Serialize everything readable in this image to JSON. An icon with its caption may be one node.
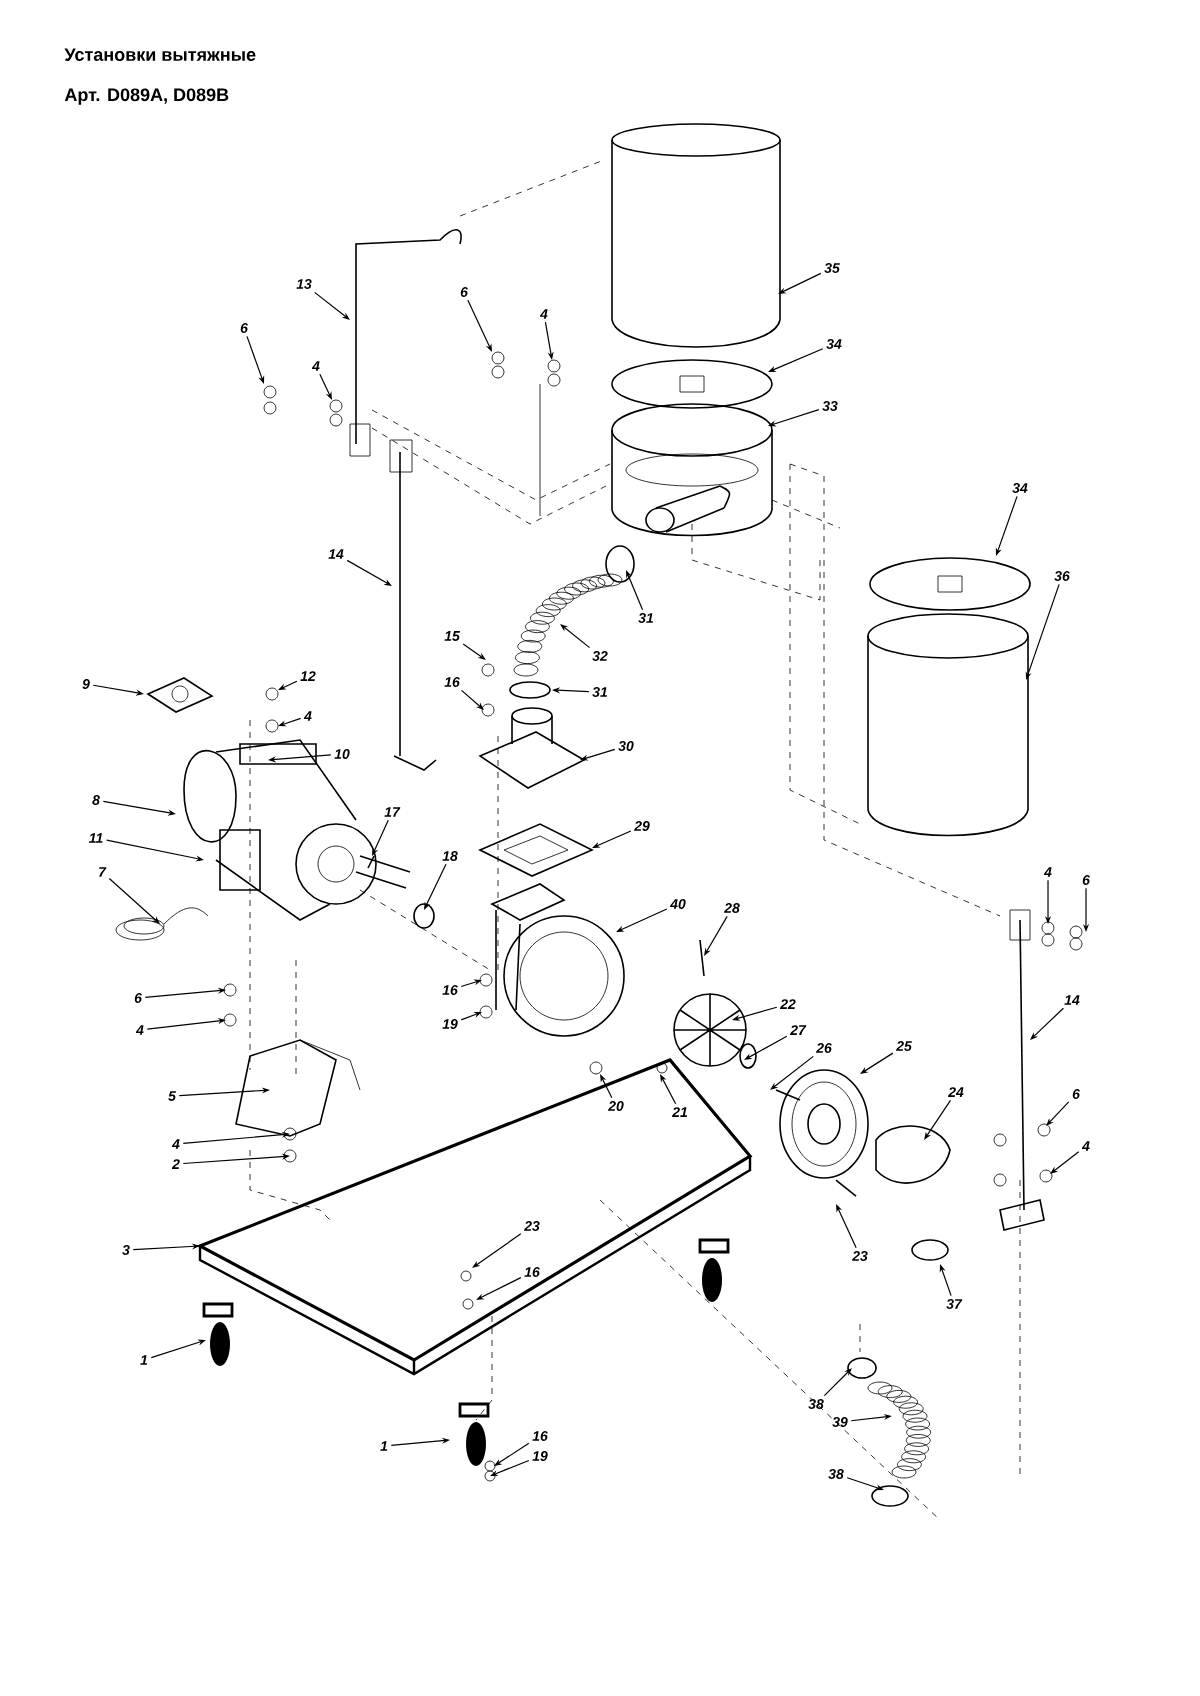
{
  "diagram": {
    "title": "Установки вытяжные",
    "nodes": [
      {
        "text": [
          "13"
        ]
      },
      {
        "text": [
          "6"
        ]
      },
      {
        "text": [
          "4"
        ]
      },
      {
        "text": [
          "35"
        ]
      },
      {
        "text": [
          "6"
        ]
      },
      {
        "text": [
          "4"
        ]
      },
      {
        "text": [
          "34"
        ]
      },
      {
        "text": [
          "33"
        ]
      },
      {
        "text": [
          "34"
        ]
      },
      {
        "text": [
          "14"
        ]
      },
      {
        "text": [
          "36"
        ]
      },
      {
        "text": [
          "31"
        ]
      },
      {
        "text": [
          "15"
        ]
      },
      {
        "text": [
          "32"
        ]
      },
      {
        "text": [
          "16"
        ]
      },
      {
        "text": [
          "9"
        ]
      },
      {
        "text": [
          "12"
        ]
      },
      {
        "text": [
          "31"
        ]
      },
      {
        "text": [
          "4"
        ]
      },
      {
        "text": [
          "30"
        ]
      },
      {
        "text": [
          "10"
        ]
      },
      {
        "text": [
          "8"
        ]
      },
      {
        "text": [
          "17"
        ]
      },
      {
        "text": [
          "29"
        ]
      },
      {
        "text": [
          "11"
        ]
      },
      {
        "text": [
          "18"
        ]
      },
      {
        "text": [
          "7"
        ]
      },
      {
        "text": [
          "4"
        ]
      },
      {
        "text": [
          "6"
        ]
      },
      {
        "text": [
          "40"
        ]
      },
      {
        "text": [
          "28"
        ]
      },
      {
        "text": [
          "16"
        ]
      },
      {
        "text": [
          "6"
        ]
      },
      {
        "text": [
          "14"
        ]
      },
      {
        "text": [
          "22"
        ]
      },
      {
        "text": [
          "19"
        ]
      },
      {
        "text": [
          "4"
        ]
      },
      {
        "text": [
          "27"
        ]
      },
      {
        "text": [
          "25"
        ]
      },
      {
        "text": [
          "26"
        ]
      },
      {
        "text": [
          "24"
        ]
      },
      {
        "text": [
          "20"
        ]
      },
      {
        "text": [
          "6"
        ]
      },
      {
        "text": [
          "5"
        ]
      },
      {
        "text": [
          "21"
        ]
      },
      {
        "text": [
          "4"
        ]
      },
      {
        "text": [
          "4"
        ]
      },
      {
        "text": [
          "2"
        ]
      },
      {
        "text": [
          "23"
        ]
      },
      {
        "text": [
          "3"
        ]
      },
      {
        "text": [
          "23"
        ]
      },
      {
        "text": [
          "16"
        ]
      },
      {
        "text": [
          "37"
        ]
      },
      {
        "text": [
          "1"
        ]
      },
      {
        "text": [
          "38"
        ]
      },
      {
        "text": [
          "39"
        ]
      },
      {
        "text": [
          "1"
        ]
      },
      {
        "text": [
          "16"
        ]
      },
      {
        "text": [
          "19"
        ]
      },
      {
        "text": [
          "38"
        ]
      }
    ],
    "edges": [
      {
        "from": 0,
        "to": null,
        "arrow": "to"
      },
      {
        "from": 1,
        "to": null,
        "arrow": "to"
      },
      {
        "from": 2,
        "to": null,
        "arrow": "to"
      },
      {
        "from": 3,
        "to": null,
        "arrow": "to"
      },
      {
        "from": 4,
        "to": null,
        "arrow": "to"
      },
      {
        "from": 5,
        "to": null,
        "arrow": "to"
      },
      {
        "from": 6,
        "to": null,
        "arrow": "to"
      },
      {
        "from": 7,
        "to": null,
        "arrow": "to"
      },
      {
        "from": 8,
        "to": null,
        "arrow": "to"
      },
      {
        "from": 9,
        "to": null,
        "arrow": "to"
      },
      {
        "from": 10,
        "to": null,
        "arrow": "to"
      },
      {
        "from": 11,
        "to": null,
        "arrow": "to"
      },
      {
        "from": 12,
        "to": null,
        "arrow": "to"
      },
      {
        "from": 13,
        "to": null,
        "arrow": "to"
      },
      {
        "from": 14,
        "to": null,
        "arrow": "to"
      },
      {
        "from": 15,
        "to": null,
        "arrow": "to"
      },
      {
        "from": 16,
        "to": null,
        "arrow": "to"
      },
      {
        "from": 17,
        "to": null,
        "arrow": "to"
      },
      {
        "from": 18,
        "to": null,
        "arrow": "to"
      },
      {
        "from": 19,
        "to": null,
        "arrow": "to"
      },
      {
        "from": 20,
        "to": null,
        "arrow": "to"
      },
      {
        "from": 21,
        "to": null,
        "arrow": "to"
      },
      {
        "from": 22,
        "to": null,
        "arrow": "to"
      },
      {
        "from": 23,
        "to": null,
        "arrow": "to"
      },
      {
        "from": 24,
        "to": null,
        "arrow": "to"
      },
      {
        "from": 25,
        "to": null,
        "arrow": "to"
      },
      {
        "from": 26,
        "to": null,
        "arrow": "to"
      },
      {
        "from": 27,
        "to": null,
        "arrow": "to"
      },
      {
        "from": 28,
        "to": null,
        "arrow": "to"
      },
      {
        "from": 29,
        "to": null,
        "arrow": "to"
      },
      {
        "from": 30,
        "to": null,
        "arrow": "to"
      },
      {
        "from": 31,
        "to": null,
        "arrow": "to"
      },
      {
        "from": 32,
        "to": null,
        "arrow": "to"
      },
      {
        "from": 33,
        "to": null,
        "arrow": "to"
      },
      {
        "from": 34,
        "to": null,
        "arrow": "to"
      },
      {
        "from": 35,
        "to": null,
        "arrow": "to"
      },
      {
        "from": 36,
        "to": null,
        "arrow": "to"
      },
      {
        "from": 37,
        "to": null,
        "arrow": "to"
      },
      {
        "from": 38,
        "to": null,
        "arrow": "to"
      },
      {
        "from": 39,
        "to": null,
        "arrow": "to"
      },
      {
        "from": 40,
        "to": null,
        "arrow": "to"
      },
      {
        "from": 41,
        "to": null,
        "arrow": "to"
      },
      {
        "from": 42,
        "to": null,
        "arrow": "to"
      },
      {
        "from": 43,
        "to": null,
        "arrow": "to"
      },
      {
        "from": 44,
        "to": null,
        "arrow": "to"
      },
      {
        "from": 45,
        "to": null,
        "arrow": "to"
      },
      {
        "from": 46,
        "to": null,
        "arrow": "to"
      },
      {
        "from": 47,
        "to": null,
        "arrow": "to"
      },
      {
        "from": 48,
        "to": null,
        "arrow": "to"
      },
      {
        "from": 49,
        "to": null,
        "arrow": "to"
      },
      {
        "from": 50,
        "to": null,
        "arrow": "to"
      },
      {
        "from": 51,
        "to": null,
        "arrow": "to"
      },
      {
        "from": 52,
        "to": null,
        "arrow": "to"
      },
      {
        "from": 53,
        "to": null,
        "arrow": "to"
      },
      {
        "from": 54,
        "to": null,
        "arrow": "to"
      },
      {
        "from": 55,
        "to": null,
        "arrow": "to"
      },
      {
        "from": 56,
        "to": null,
        "arrow": "to"
      },
      {
        "from": 57,
        "to": null,
        "arrow": "to"
      },
      {
        "from": 58,
        "to": null,
        "arrow": "to"
      },
      {
        "from": 59,
        "to": null,
        "arrow": "to"
      }
    ],
    "labels": [
      "Арт. D089A, D089B"
    ]
  }
}
